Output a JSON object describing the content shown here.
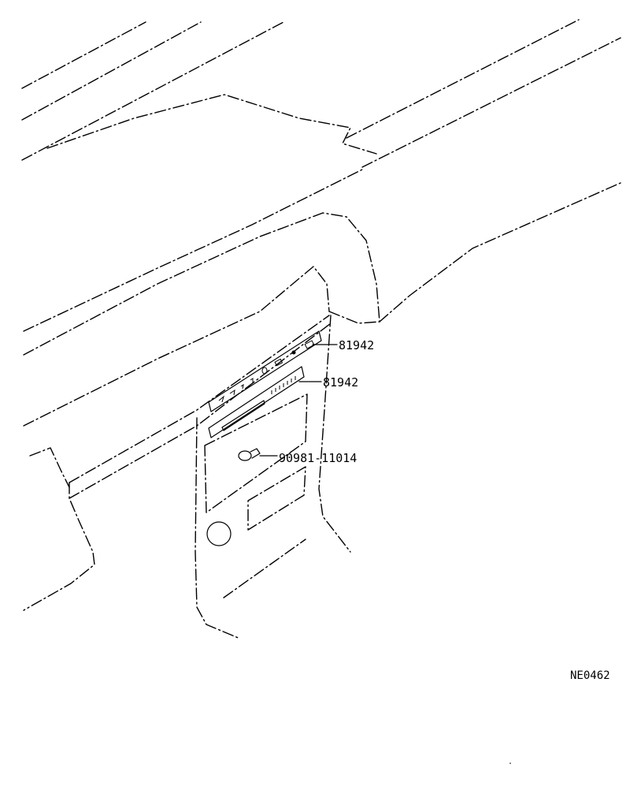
{
  "diagram": {
    "callouts": [
      {
        "part_number": "81942"
      },
      {
        "part_number": "81942"
      },
      {
        "part_number": "90981-11014"
      }
    ],
    "figure_code": "NE0462"
  }
}
